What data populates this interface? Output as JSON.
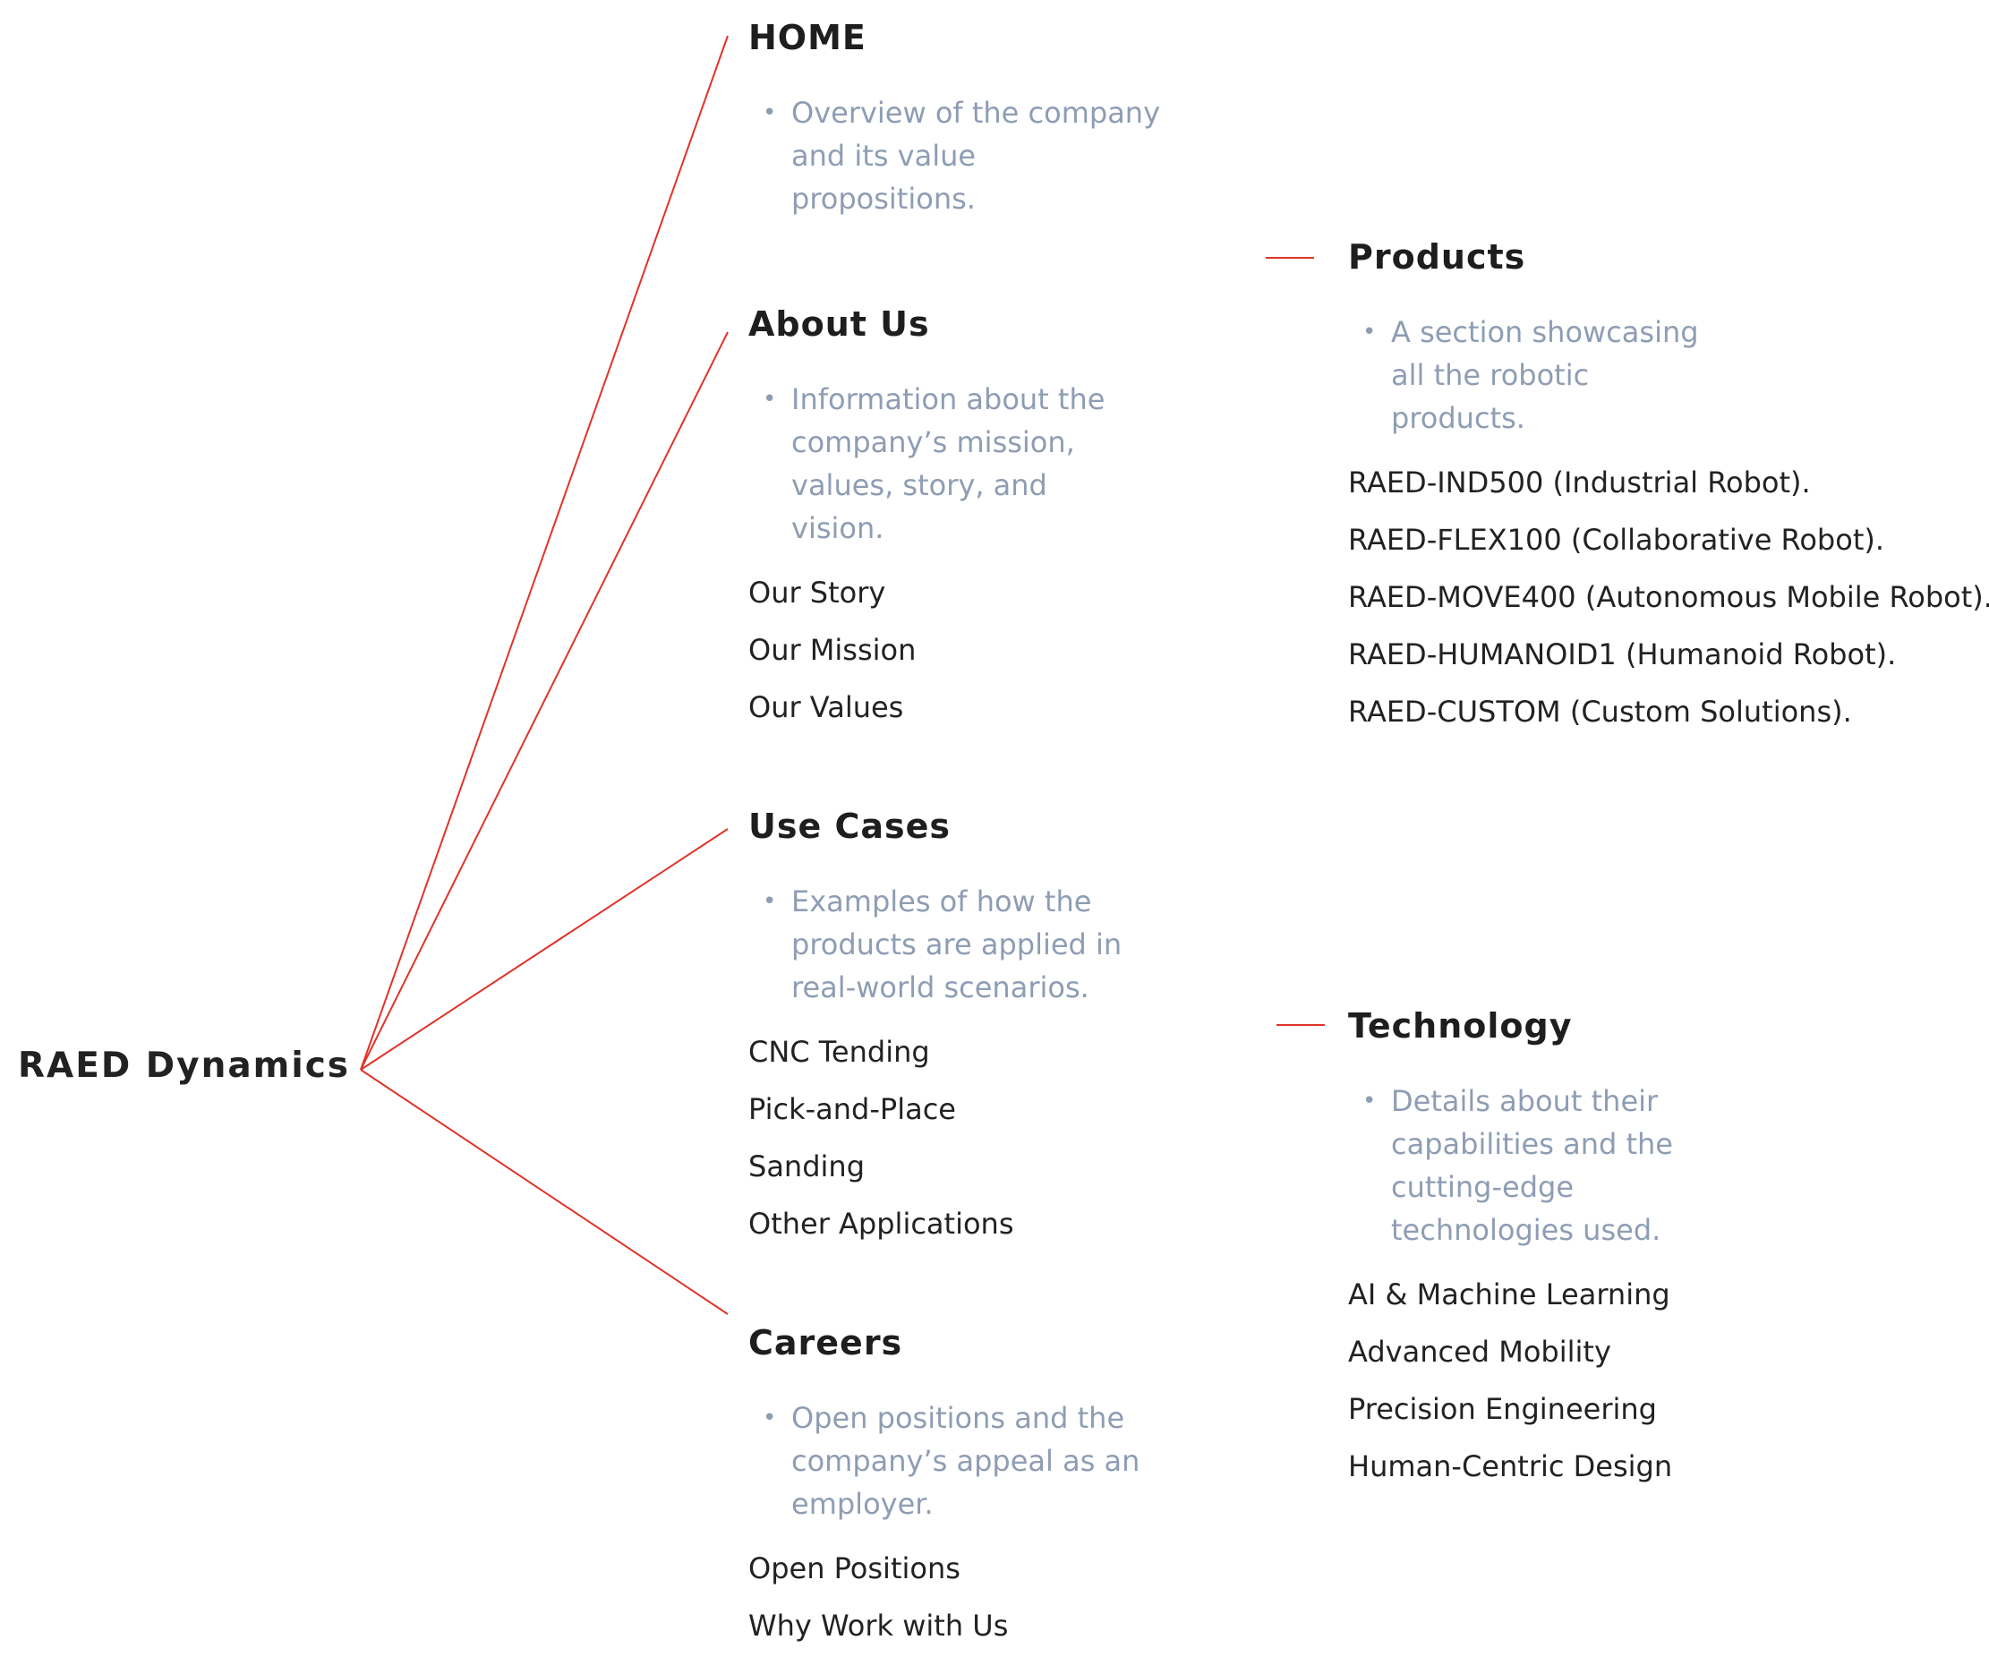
{
  "root": {
    "label": "RAED Dynamics"
  },
  "colors": {
    "connector": "#e0332a",
    "description": "#8e9db3",
    "text": "#222222"
  },
  "nodes": {
    "home": {
      "title": "HOME",
      "description": "Overview of the company and its value propositions.",
      "items": []
    },
    "about": {
      "title": "About Us",
      "description": "Information about the company’s mission, values, story, and vision.",
      "items": [
        "Our Story",
        "Our Mission",
        "Our Values"
      ]
    },
    "use_cases": {
      "title": "Use Cases",
      "description": " Examples of how the products are applied in real-world scenarios.",
      "items": [
        "CNC Tending",
        "Pick-and-Place",
        "Sanding",
        "Other Applications"
      ]
    },
    "careers": {
      "title": "Careers",
      "description": "Open positions and the company’s appeal as an employer.",
      "items": [
        "Open Positions",
        "Why Work with Us"
      ]
    },
    "products": {
      "title": "Products",
      "description": "A section showcasing all the robotic products.",
      "items": [
        "RAED-IND500 (Industrial Robot).",
        "RAED-FLEX100 (Collaborative Robot).",
        "RAED-MOVE400 (Autonomous Mobile Robot).",
        "RAED-HUMANOID1 (Humanoid Robot).",
        "RAED-CUSTOM (Custom Solutions)."
      ]
    },
    "technology": {
      "title": "Technology",
      "description": "Details about their capabilities and the cutting-edge technologies used.",
      "items": [
        "AI & Machine Learning",
        "Advanced Mobility",
        "Precision Engineering",
        "Human-Centric Design"
      ]
    }
  }
}
